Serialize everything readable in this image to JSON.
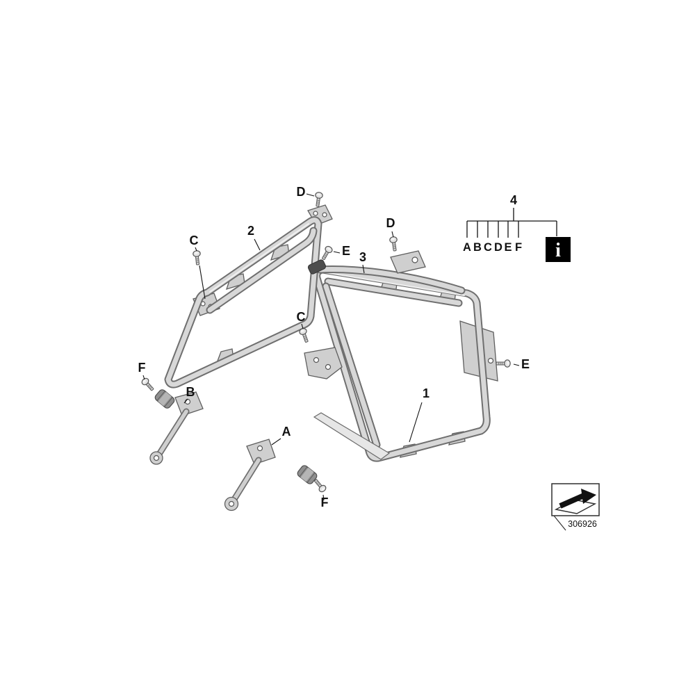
{
  "labels": {
    "d_top": "D",
    "num2": "2",
    "c_top": "C",
    "e_top": "E",
    "num3": "3",
    "d_mid": "D",
    "num4": "4",
    "c_mid": "C",
    "e_right": "E",
    "num1": "1",
    "f_left": "F",
    "b": "B",
    "a": "A",
    "f_bottom": "F"
  },
  "legend": {
    "letters": [
      "A",
      "B",
      "C",
      "D",
      "E",
      "F"
    ],
    "info_glyph": "i"
  },
  "footer": {
    "part_number": "306926"
  },
  "colors": {
    "tube_fill": "#d8d8d8",
    "tube_edge": "#6f6f6f",
    "label_color": "#111111",
    "info_box": "#000000"
  }
}
